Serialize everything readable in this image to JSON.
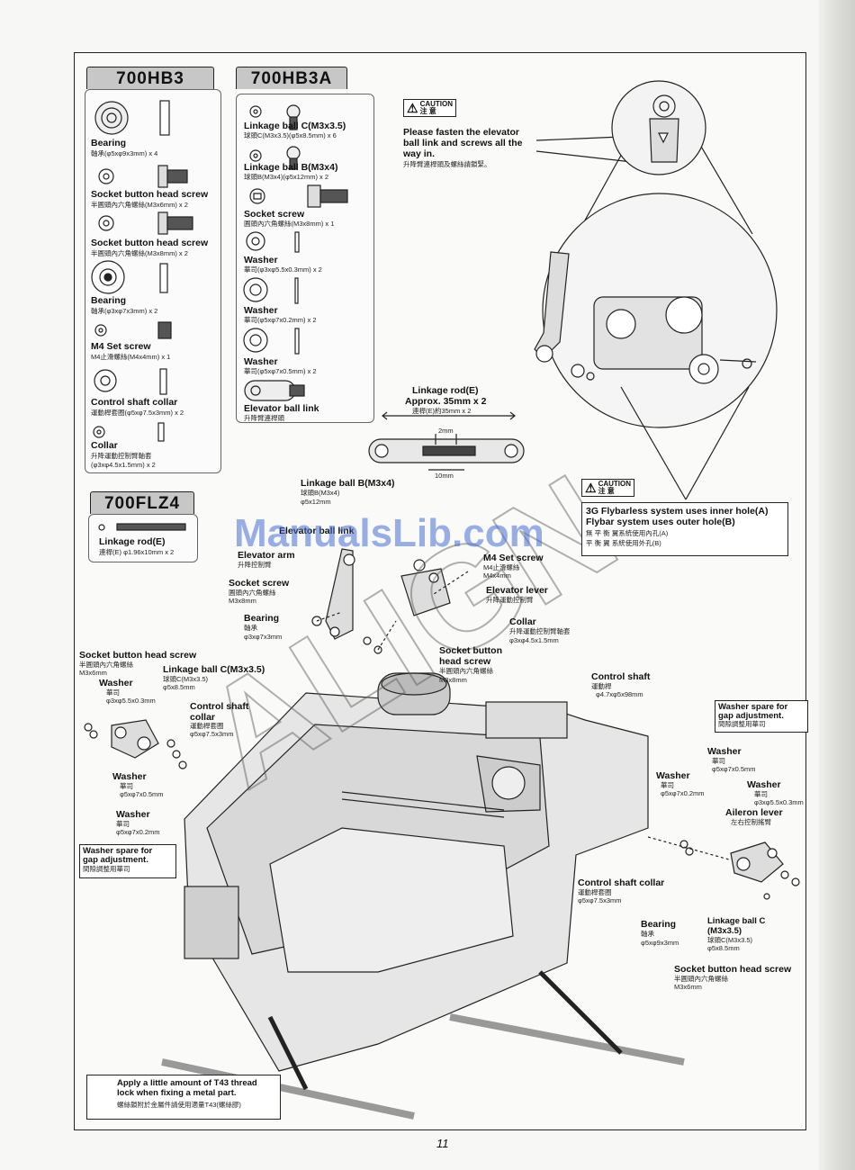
{
  "tabs": {
    "t1": "700HB3",
    "t2": "700HB3A",
    "t3": "700FLZ4"
  },
  "hb3": [
    {
      "name": "Bearing",
      "spec": "軸承(φ5xφ9x3mm) x 4"
    },
    {
      "name": "Socket button head screw",
      "spec": "半圓頭內六角螺絲(M3x6mm) x 2"
    },
    {
      "name": "Socket button head screw",
      "spec": "半圓頭內六角螺絲(M3x8mm) x 2"
    },
    {
      "name": "Bearing",
      "spec": "軸承(φ3xφ7x3mm) x 2"
    },
    {
      "name": "M4 Set screw",
      "spec": "M4止滑螺絲(M4x4mm) x 1"
    },
    {
      "name": "Control shaft collar",
      "spec": "運動桿套圈(φ5xφ7.5x3mm) x 2"
    },
    {
      "name": "Collar",
      "spec": "升降運動控制臂軸套",
      "spec2": "(φ3xφ4.5x1.5mm) x 2"
    }
  ],
  "hb3a": [
    {
      "name": "Linkage ball C(M3x3.5)",
      "spec": "球頭C(M3x3.5)(φ5x8.5mm) x 6"
    },
    {
      "name": "Linkage ball B(M3x4)",
      "spec": "球頭B(M3x4)(φ5x12mm) x 2"
    },
    {
      "name": "Socket screw",
      "spec": "圓頭內六角螺絲(M3x8mm) x 1"
    },
    {
      "name": "Washer",
      "spec": "華司(φ3xφ5.5x0.3mm) x 2"
    },
    {
      "name": "Washer",
      "spec": "華司(φ5xφ7x0.2mm) x 2"
    },
    {
      "name": "Washer",
      "spec": "華司(φ5xφ7x0.5mm) x 2"
    },
    {
      "name": "Elevator ball link",
      "spec": "升降臂連桿頭"
    }
  ],
  "flz4": {
    "name": "Linkage rod(E)",
    "spec": "連桿(E) φ1.96x10mm x 2"
  },
  "caution_word": "CAUTION",
  "caution_cn": "注 意",
  "caution1": {
    "l1": "Please fasten the elevator",
    "l2": "ball link and screws all the",
    "l3": "way in.",
    "cn": "升降臂連桿頭及螺絲請鎖緊。"
  },
  "caution2": {
    "l1": "3G Flybarless system uses inner hole(A)",
    "l2": "Flybar system uses outer hole(B)",
    "cn1": "無 平 衡 翼系統使用內孔(A)",
    "cn2": "平 衡 翼 系統使用外孔(B)"
  },
  "rod": {
    "t1": "Linkage rod(E)",
    "t2": "Approx. 35mm x 2",
    "cn": "連桿(E)約35mm x 2",
    "d1": "2mm",
    "d2": "10mm"
  },
  "callouts": {
    "lbb": {
      "n": "Linkage ball B(M3x4)",
      "s1": "球頭B(M3x4)",
      "s2": "φ5x12mm"
    },
    "elink": {
      "n": "Elevator ball link"
    },
    "earm": {
      "n": "Elevator arm",
      "s1": "升降控制臂"
    },
    "sscrew": {
      "n": "Socket screw",
      "s1": "圓頭內六角螺絲",
      "s2": "M3x8mm"
    },
    "brg": {
      "n": "Bearing",
      "s1": "軸承",
      "s2": "φ3xφ7x3mm"
    },
    "m4": {
      "n": "M4 Set screw",
      "s1": "M4止滑螺絲",
      "s2": "M4x4mm"
    },
    "elev": {
      "n": "Elevator lever",
      "s1": "升降運動控制臂"
    },
    "collar": {
      "n": "Collar",
      "s1": "升降運動控制臂軸套",
      "s2": "φ3xφ4.5x1.5mm"
    },
    "sbh": {
      "n": "Socket button",
      "n2": "head screw",
      "s1": "半圓頭內六角螺絲",
      "s2": "M3x8mm"
    },
    "sbh6": {
      "n": "Socket button head screw",
      "s1": "半圓頭內六角螺絲",
      "s2": "M3x6mm"
    },
    "lbc": {
      "n": "Linkage ball C(M3x3.5)",
      "s1": "球頭C(M3x3.5)",
      "s2": "φ5x8.5mm"
    },
    "wL1": {
      "n": "Washer",
      "s1": "華司",
      "s2": "φ3xφ5.5x0.3mm"
    },
    "csc": {
      "n": "Control shaft",
      "n2": "collar",
      "s1": "運動桿套圈",
      "s2": "φ5xφ7.5x3mm"
    },
    "wL2": {
      "n": "Washer",
      "s1": "華司",
      "s2": "φ5xφ7x0.5mm"
    },
    "wL3": {
      "n": "Washer",
      "s1": "華司",
      "s2": "φ5xφ7x0.2mm"
    },
    "cshaft": {
      "n": "Control shaft",
      "s1": "運動桿",
      "s2": "φ4.7xφ5x98mm"
    },
    "wR1": {
      "n": "Washer",
      "s1": "華司",
      "s2": "φ5xφ7x0.5mm"
    },
    "wR2": {
      "n": "Washer",
      "s1": "華司",
      "s2": "φ5xφ7x0.2mm"
    },
    "wR3": {
      "n": "Washer",
      "s1": "華司",
      "s2": "φ3xφ5.5x0.3mm"
    },
    "ail": {
      "n": "Aileron lever",
      "s1": "左右控制搖臂"
    },
    "csc2": {
      "n": "Control shaft collar",
      "s1": "運動桿套圈",
      "s2": "φ5xφ7.5x3mm"
    },
    "brg2": {
      "n": "Bearing",
      "s1": "軸承",
      "s2": "φ5xφ9x3mm"
    },
    "lbc2": {
      "n": "Linkage ball C",
      "n2": "(M3x3.5)",
      "s1": "球頭C(M3x3.5)",
      "s2": "φ5x8.5mm"
    },
    "sbh6b": {
      "n": "Socket button head screw",
      "s1": "半圓頭內六角螺絲",
      "s2": "M3x6mm"
    }
  },
  "spare": {
    "t1": "Washer spare for",
    "t2": "gap adjustment.",
    "cn": "間隙調整用華司"
  },
  "thread": {
    "t1": "Apply a little amount of T43 thread",
    "t2": "lock when fixing a metal part.",
    "cn": "螺絲鎖附於金屬件請使用適量T43(螺絲膠)"
  },
  "watermark": "ManualsLib.com",
  "page_number": "11"
}
